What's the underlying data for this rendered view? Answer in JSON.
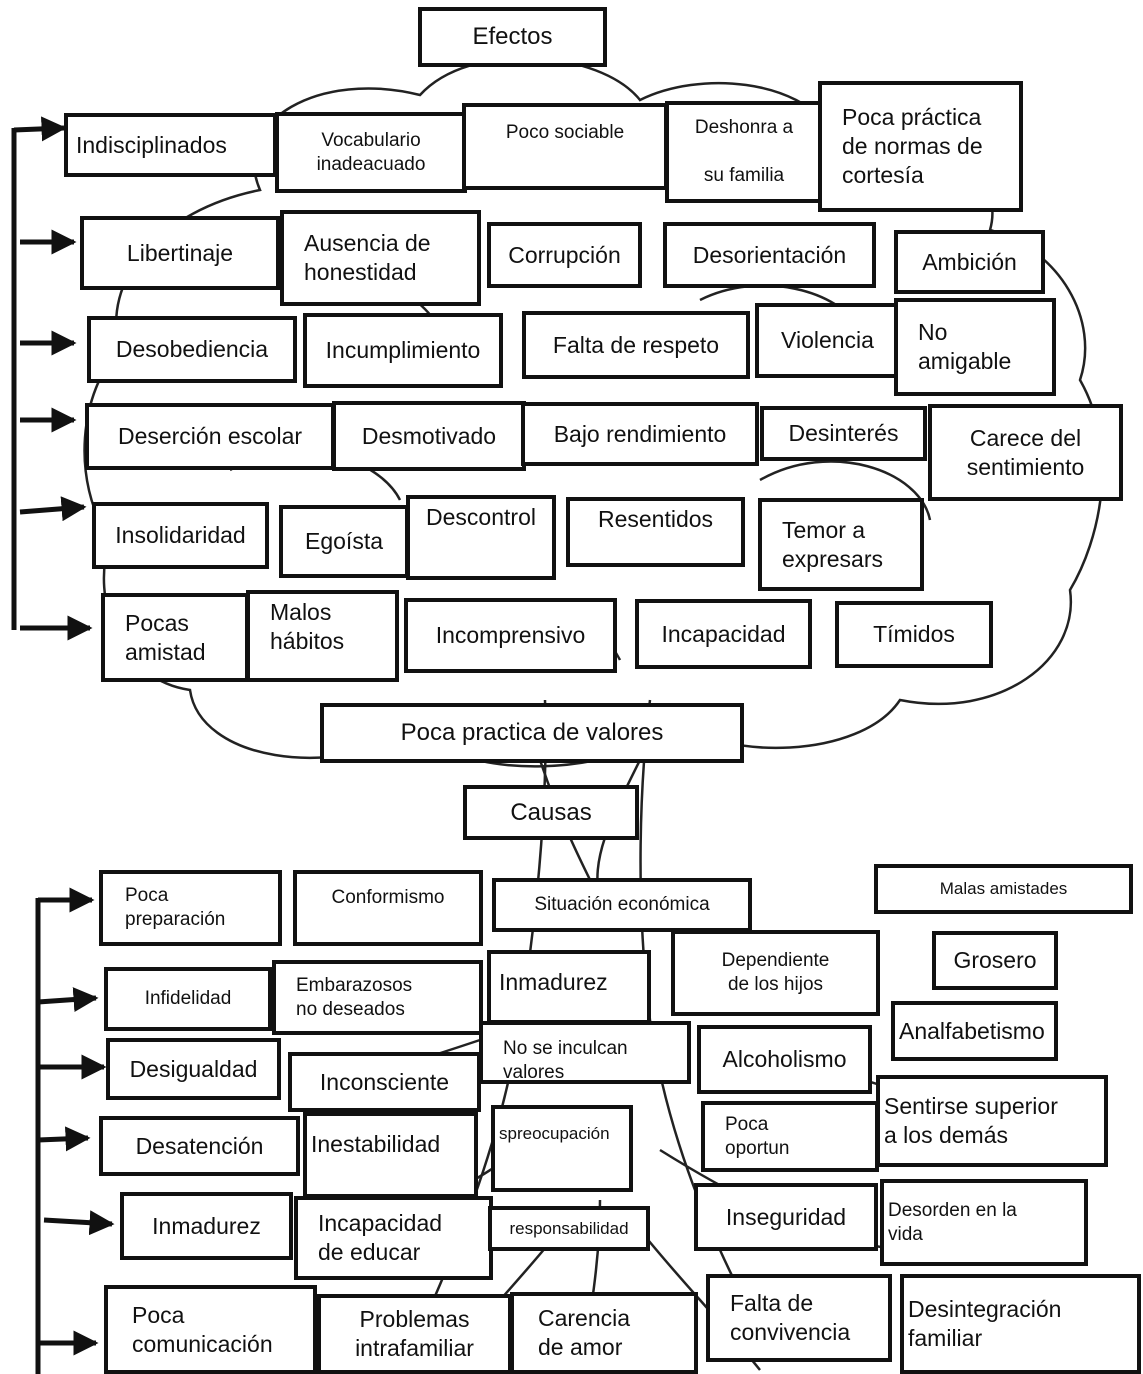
{
  "headings": {
    "efectos": "Efectos",
    "problema": "Poca practica de valores",
    "causas": "Causas"
  },
  "efectos": {
    "row1": [
      "Indisciplinados",
      "Vocabulario\ninadeacuado",
      "Poco sociable",
      "Deshonra a\n\nsu familia",
      "Poca práctica\nde normas de\ncortesía"
    ],
    "row2": [
      "Libertinaje",
      "Ausencia de\nhonestidad",
      "Corrupción",
      "Desorientación",
      "Ambición"
    ],
    "row3": [
      "Desobediencia",
      "Incumplimiento",
      "Falta de respeto",
      "Violencia",
      "No\namigable"
    ],
    "row4": [
      "Deserción escolar",
      "Desmotivado",
      "Bajo rendimiento",
      "Desinterés",
      "Carece del\nsentimiento"
    ],
    "row5": [
      "Insolidaridad",
      "Egoísta",
      "Descontrol",
      "Resentidos",
      "Temor a\nexpresars"
    ],
    "row6": [
      "Pocas\namistad",
      "Malos\nhábitos",
      "Incomprensivo",
      "Incapacidad",
      "Tímidos"
    ]
  },
  "causas": {
    "row1": [
      "Poca\npreparación",
      "Conformismo",
      "Situación económica",
      "Malas amistades"
    ],
    "row2": [
      "Infidelidad",
      "Embarazosos\nno deseados",
      "Inmadurez",
      "Dependiente\nde los hijos",
      "Grosero"
    ],
    "row3": [
      "Desigualdad",
      "Inconsciente",
      "No se inculcan\nvalores",
      "Alcoholismo",
      "Analfabetismo"
    ],
    "row4": [
      "Desatención",
      "Inestabilidad",
      "spreocupación",
      "Poca\noportun",
      "Sentirse superior\na los demás"
    ],
    "row5": [
      "Inmadurez",
      "Incapacidad\nde educar",
      "responsabilidad",
      "Inseguridad",
      "Desorden en la\nvida"
    ],
    "row6": [
      "Poca\ncomunicación",
      "Problemas\nintrafamiliar",
      "Carencia\nde amor",
      "Falta de\nconvivencia",
      "Desintegración\nfamiliar"
    ]
  }
}
